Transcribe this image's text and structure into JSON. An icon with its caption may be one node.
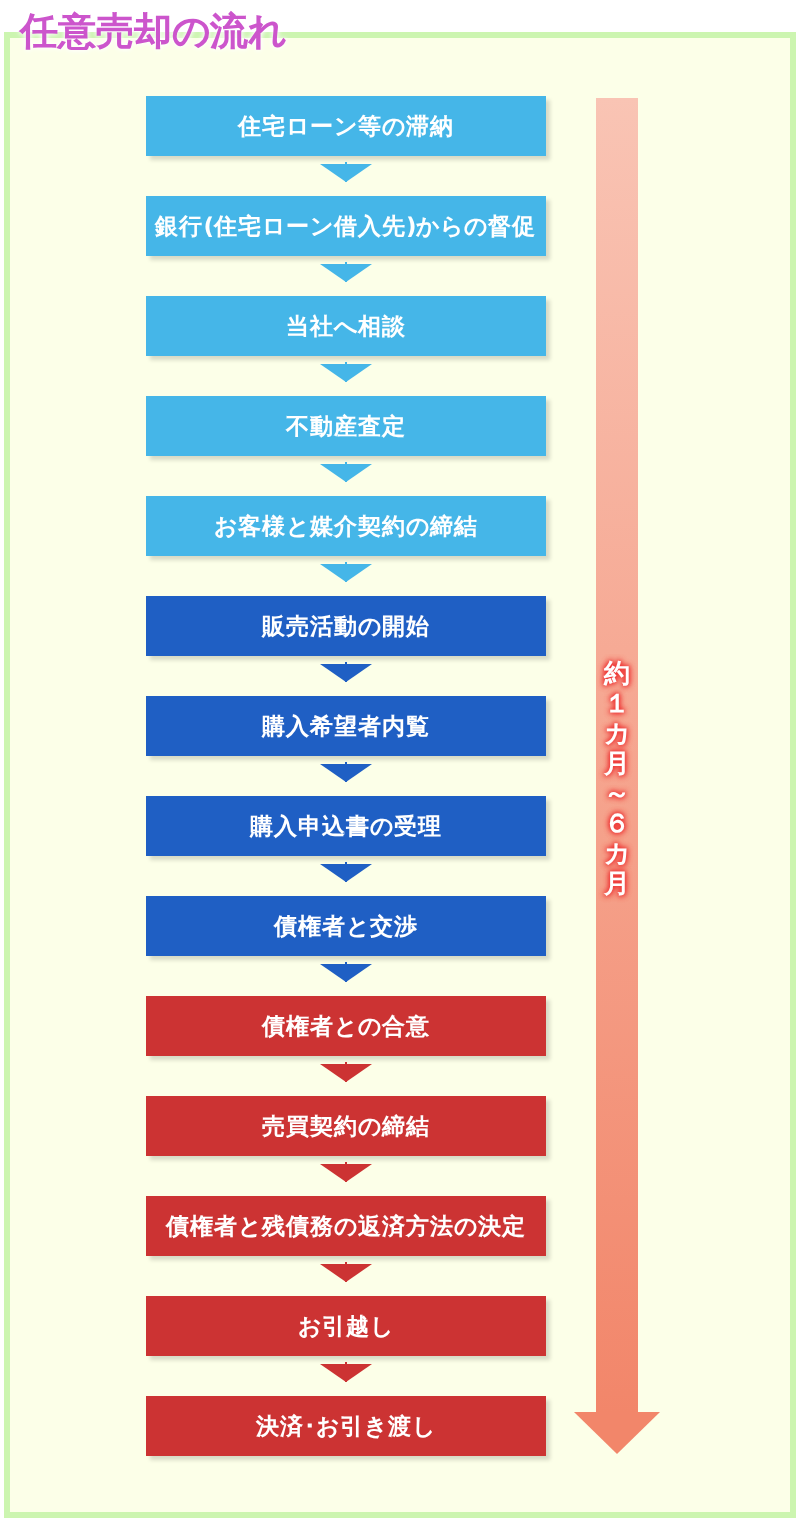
{
  "diagram": {
    "title": "任意売却の流れ",
    "nodes": [
      {
        "text": [
          "住宅ローン等の滞納"
        ]
      },
      {
        "text": [
          "銀行(住宅ローン借入先)からの督促"
        ]
      },
      {
        "text": [
          "当社へ相談"
        ]
      },
      {
        "text": [
          "不動産査定"
        ]
      },
      {
        "text": [
          "お客様と媒介契約の締結"
        ]
      },
      {
        "text": [
          "販売活動の開始"
        ]
      },
      {
        "text": [
          "購入希望者内覧"
        ]
      },
      {
        "text": [
          "購入申込書の受理"
        ]
      },
      {
        "text": [
          "債権者と交渉"
        ]
      },
      {
        "text": [
          "債権者との合意"
        ]
      },
      {
        "text": [
          "売買契約の締結"
        ]
      },
      {
        "text": [
          "債権者と残債務の返済方法の決定"
        ]
      },
      {
        "text": [
          "お引越し"
        ]
      },
      {
        "text": [
          "決済･お引き渡し"
        ]
      }
    ],
    "edges": [
      {
        "from": 0,
        "to": 1,
        "arrow": "to"
      },
      {
        "from": 1,
        "to": 2,
        "arrow": "to"
      },
      {
        "from": 2,
        "to": 3,
        "arrow": "to"
      },
      {
        "from": 3,
        "to": 4,
        "arrow": "to"
      },
      {
        "from": 4,
        "to": 5,
        "arrow": "to"
      },
      {
        "from": 5,
        "to": 6,
        "arrow": "to"
      },
      {
        "from": 6,
        "to": 7,
        "arrow": "to"
      },
      {
        "from": 7,
        "to": 8,
        "arrow": "to"
      },
      {
        "from": 8,
        "to": 9,
        "arrow": "to"
      },
      {
        "from": 9,
        "to": 10,
        "arrow": "to",
        "color": "#cc3333"
      },
      {
        "from": 10,
        "to": 11,
        "arrow": "to",
        "color": "#cc3333"
      },
      {
        "from": 11,
        "to": 12,
        "arrow": "to",
        "color": "#cc3333"
      },
      {
        "from": 12,
        "to": 13,
        "arrow": "to",
        "color": "#cc3333"
      }
    ],
    "labels": [
      "約１カ月～６カ月"
    ]
  }
}
